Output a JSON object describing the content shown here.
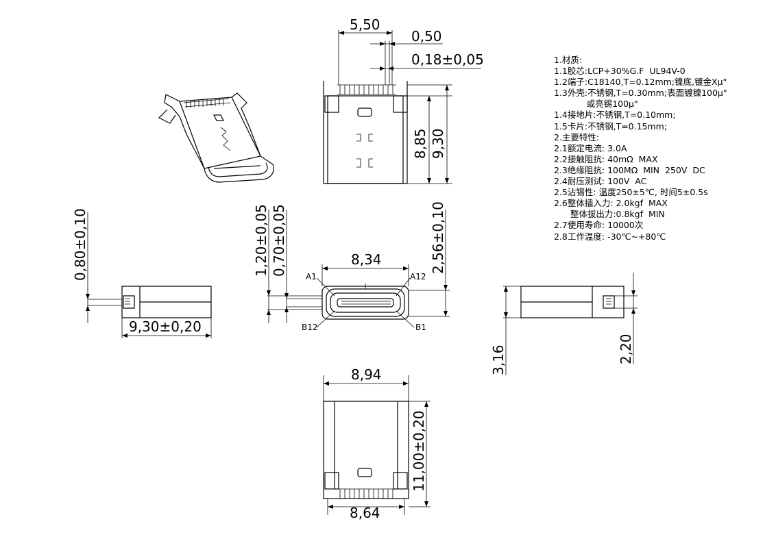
{
  "dimensions": {
    "top_width": "5,50",
    "top_pin": "0,50",
    "top_pin_tol": "0,18±0,05",
    "top_h1": "8,85",
    "top_h2": "9,30",
    "left_thk": "0,80±0,10",
    "left_len": "9,30±0,20",
    "front_h1": "1,20±0,05",
    "front_h2": "0,70±0,05",
    "front_w": "8,34",
    "front_h3": "2,56±0,10",
    "right_h1": "3,16",
    "right_h2": "2,20",
    "bottom_w1": "8,94",
    "bottom_w2": "8,64",
    "bottom_h": "11,00±0,20"
  },
  "pin_labels": {
    "a1": "A1",
    "a12": "A12",
    "b12": "B12",
    "b1": "B1"
  },
  "spec_lines": [
    "1.材质:",
    "1.1胶芯:LCP+30%G.F  UL94V-0",
    "1.2端子:C18140,T=0.12mm;镍底,镀金Xμ\"",
    "1.3外壳:不锈钢,T=0.30mm;表面镀镍100μ\"",
    "            或亮锡100μ\"",
    "1.4接地片:不锈钢,T=0.10mm;",
    "1.5卡片:不锈钢,T=0.15mm;",
    "2.主要特性:",
    "2.1额定电流: 3.0A",
    "2.2接触阻抗: 40mΩ  MAX",
    "2.3绝缘阻抗: 100MΩ  MIN  250V  DC",
    "2.4耐压测试: 100V  AC",
    "2.5沾锡性: 温度250±5℃, 时间5±0.5s",
    "2.6整体插入力: 2.0kgf  MAX",
    "      整体拔出力:0.8kgf  MIN",
    "2.7使用寿命: 10000次",
    "2.8工作温度: -30℃~+80℃"
  ]
}
